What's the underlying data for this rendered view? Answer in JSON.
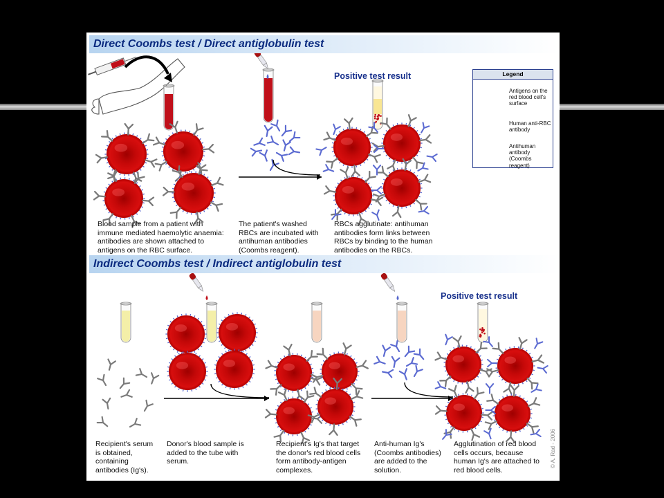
{
  "direct": {
    "title": "Direct Coombs test / Direct antiglobulin test",
    "positive_label": "Positive test result",
    "captions": [
      "Blood sample from a patient with\nimmune mediated haemolytic anaemia:\nantibodies are shown attached to\nantigens on the RBC surface.",
      "The patient's washed\nRBCs are incubated with\nantihuman antibodies\n(Coombs reagent).",
      "RBCs agglutinate: antihuman\nantibodies form links between\nRBCs by binding to the human\nantibodies on the RBCs."
    ]
  },
  "indirect": {
    "title": "Indirect Coombs test / Indirect antiglobulin test",
    "positive_label": "Positive test result",
    "captions": [
      "Recipient's serum\nis obtained,\ncontaining\nantibodies (Ig's).",
      "Donor's blood sample is\nadded to the tube with\nserum.",
      "Recipient's Ig's that target\nthe donor's red blood cells\nform antibody-antigen\ncomplexes.",
      "Anti-human Ig's\n(Coombs antibodies)\nare added to the\nsolution.",
      "Agglutination of red blood\ncells occurs, because\nhuman Ig's are attached to\nred blood cells."
    ]
  },
  "legend": {
    "title": "Legend",
    "items": [
      {
        "label": "Antigens on the\nred blood cell's\nsurface",
        "icon": "antigen-icon"
      },
      {
        "label": "Human anti-RBC\nantibody",
        "icon": "human-antibody-icon"
      },
      {
        "label": "Antihuman\nantibody\n(Coombs reagent)",
        "icon": "antihuman-antibody-icon"
      }
    ]
  },
  "copyright": "© A. Rad - 2006",
  "colors": {
    "rbc": "#d80e0e",
    "rbc_center": "#9e0000",
    "antigen": "#5566cc",
    "human_antibody": "#7a7a7a",
    "antihuman_antibody": "#5b6ad1",
    "banner_text": "#0b2b80",
    "blood": "#c0101a",
    "serum": "#f4efa8",
    "serum_pink": "#f7d5c0"
  }
}
